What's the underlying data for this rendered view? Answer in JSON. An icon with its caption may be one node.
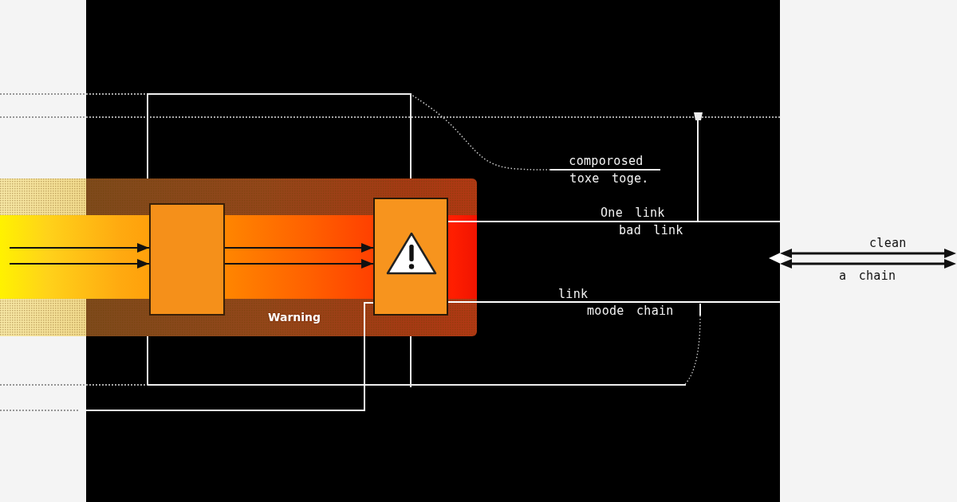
{
  "diagram": {
    "nodes": [
      {
        "text": [
          "Warning"
        ]
      },
      {
        "text": [],
        "shape": "box",
        "in": 0
      },
      {
        "text": [],
        "shape": "box",
        "in": 0
      },
      {
        "text": [
          "comporosed",
          "toxe toge."
        ]
      }
    ],
    "edges": [
      {
        "from": null,
        "to": 1,
        "arrow": "to"
      },
      {
        "from": null,
        "to": 1,
        "arrow": "to"
      },
      {
        "from": 1,
        "to": 2,
        "arrow": "to"
      },
      {
        "from": 1,
        "to": 2,
        "arrow": "to"
      },
      {
        "from": 2,
        "to": null,
        "arrow": "none",
        "label": "One link",
        "color": "#ffffff"
      },
      {
        "from": 2,
        "to": null,
        "arrow": "none",
        "label": "link",
        "color": "#ffffff"
      },
      {
        "from": 2,
        "to": null,
        "arrow": "none",
        "color": "#ffffff"
      },
      {
        "from": 3,
        "to": null,
        "arrow": "none",
        "style": "dashed",
        "color": "#cccccc"
      }
    ],
    "labels": [
      "bad link",
      "clean",
      "a chain",
      "moode chain"
    ]
  }
}
